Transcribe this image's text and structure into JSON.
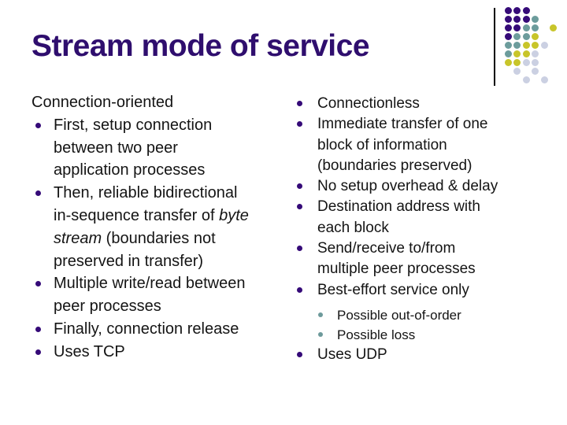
{
  "title": "Stream mode of service",
  "colors": {
    "title": "#2F0E6E",
    "text": "#141414",
    "bullet_main": "#350A78",
    "bullet_sub": "#6D9A9B",
    "divider": "#000000",
    "dot_purple": "#350A78",
    "dot_teal": "#6C9C9C",
    "dot_yellow": "#C8C52A",
    "dot_gray": "#CBD0E2"
  },
  "decoration": {
    "grid": [
      "PPP",
      "PPPT",
      "PPTT.Y",
      "PTTY",
      "TTYYG",
      "TYYG",
      "YYGG",
      ".G.G",
      "..G.G"
    ]
  },
  "columns": {
    "left": {
      "items": [
        {
          "level": 0,
          "runs": [
            {
              "t": "Connection-oriented"
            }
          ]
        },
        {
          "level": 1,
          "runs": [
            {
              "t": "First, setup connection\nbetween two peer\napplication processes"
            }
          ]
        },
        {
          "level": 1,
          "runs": [
            {
              "t": "Then, reliable bidirectional\nin-sequence transfer of "
            },
            {
              "t": "byte\nstream",
              "i": true
            },
            {
              "t": " (boundaries not\npreserved in transfer)"
            }
          ]
        },
        {
          "level": 1,
          "runs": [
            {
              "t": "Multiple write/read between\npeer processes"
            }
          ]
        },
        {
          "level": 1,
          "runs": [
            {
              "t": "Finally, connection release"
            }
          ]
        },
        {
          "level": 1,
          "runs": [
            {
              "t": "Uses TCP"
            }
          ]
        }
      ]
    },
    "right": {
      "items": [
        {
          "level": 1,
          "runs": [
            {
              "t": "Connectionless"
            }
          ]
        },
        {
          "level": 1,
          "runs": [
            {
              "t": "Immediate transfer of one\nblock of information\n(boundaries preserved)"
            }
          ]
        },
        {
          "level": 1,
          "runs": [
            {
              "t": "No setup overhead & delay"
            }
          ]
        },
        {
          "level": 1,
          "runs": [
            {
              "t": "Destination address with\neach block"
            }
          ]
        },
        {
          "level": 1,
          "runs": [
            {
              "t": "Send/receive to/from\nmultiple peer processes"
            }
          ]
        },
        {
          "level": 1,
          "runs": [
            {
              "t": "Best-effort service only"
            }
          ]
        },
        {
          "level": 2,
          "runs": [
            {
              "t": "Possible out-of-order"
            }
          ]
        },
        {
          "level": 2,
          "runs": [
            {
              "t": "Possible loss"
            }
          ]
        },
        {
          "level": 1,
          "runs": [
            {
              "t": "Uses UDP"
            }
          ]
        }
      ]
    }
  }
}
